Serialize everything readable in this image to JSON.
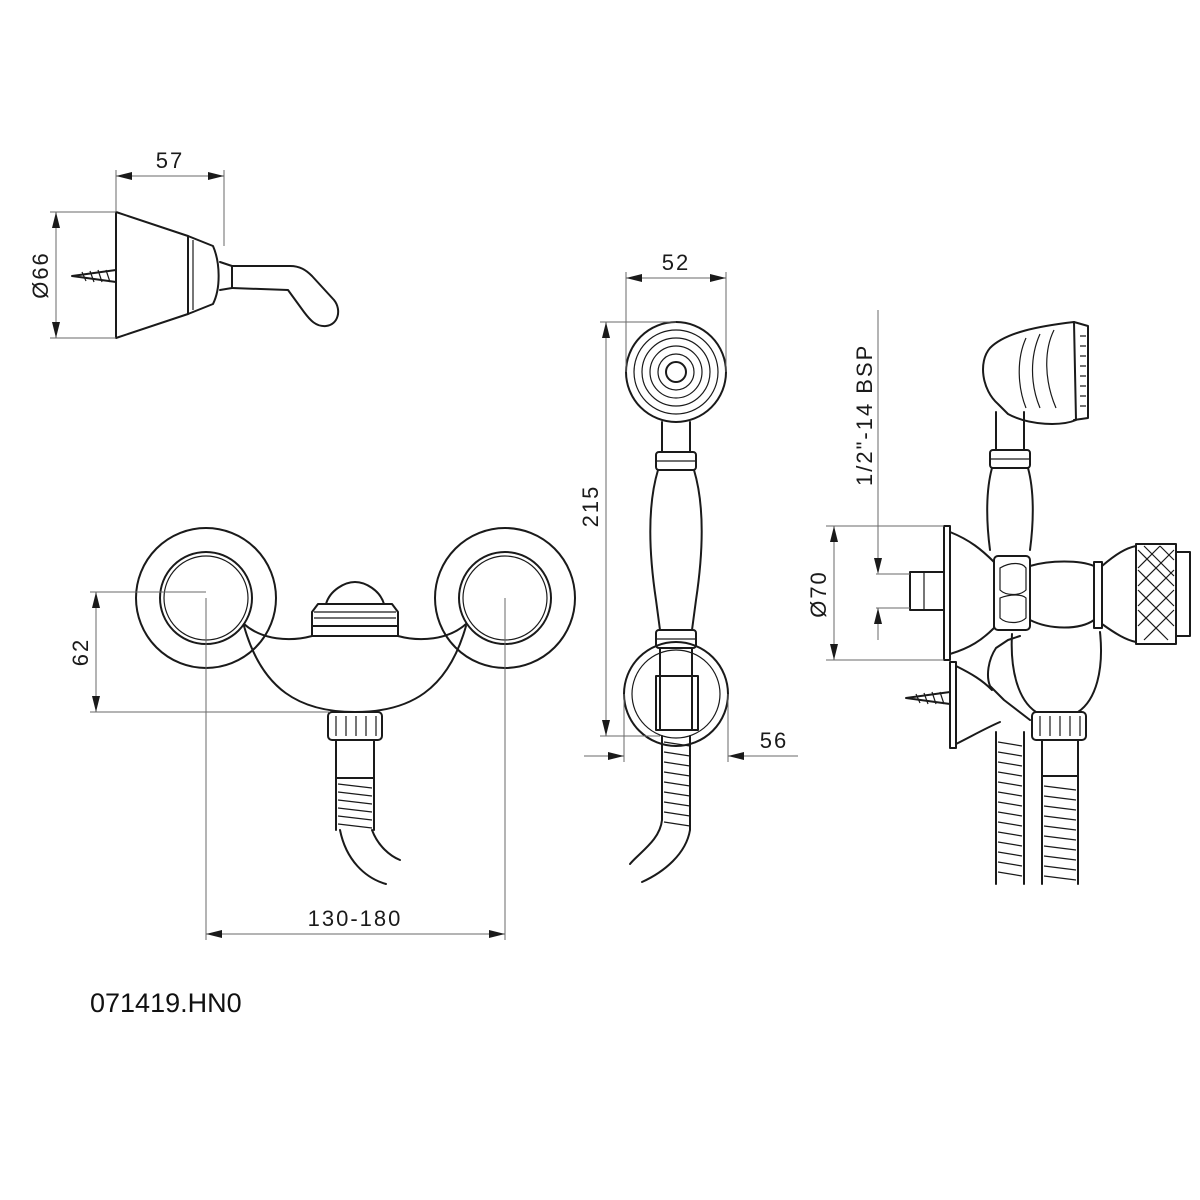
{
  "product_code": "071419.HN0",
  "dimensions": {
    "holder_width": "57",
    "holder_diameter": "Ø66",
    "handshower_width": "52",
    "handshower_length": "215",
    "handshower_depth": "56",
    "thread": "1/2\"-14 BSP",
    "flange_diameter": "Ø70",
    "mixer_height": "62",
    "mixer_centers": "130-180"
  }
}
